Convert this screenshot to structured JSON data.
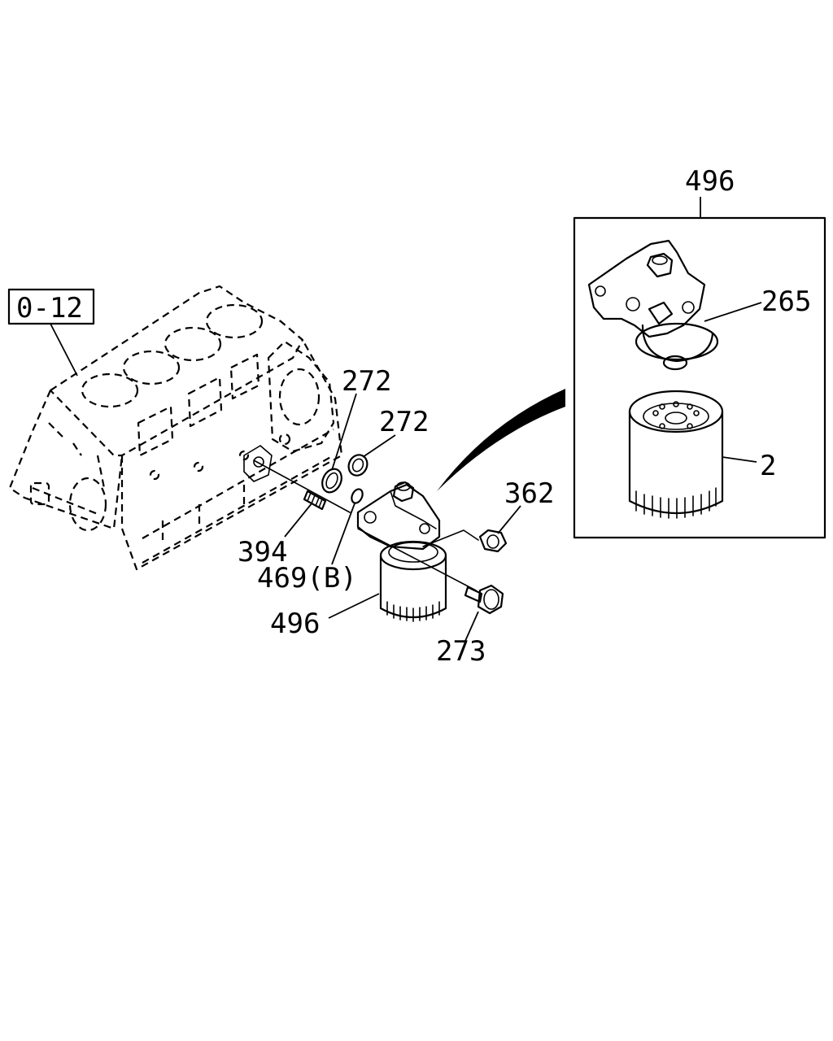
{
  "diagram": {
    "reference_box": "0-12",
    "callouts": {
      "detail_496": "496",
      "filter_head_265": "265",
      "filter_element_2": "2",
      "o_ring_272_a": "272",
      "o_ring_272_b": "272",
      "stud_394": "394",
      "o_ring_469b": "469(B)",
      "filter_assembly_496": "496",
      "nut_362": "362",
      "bolt_273": "273"
    },
    "colors": {
      "line": "#000000",
      "background": "#ffffff"
    }
  }
}
